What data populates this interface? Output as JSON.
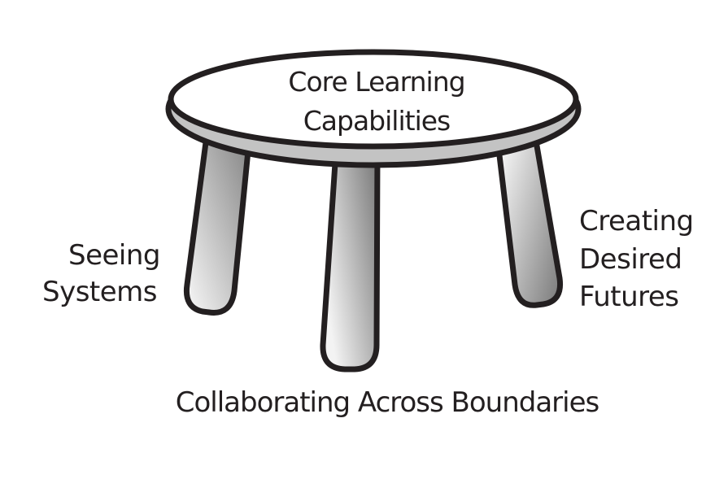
{
  "figure": {
    "seat": {
      "title_line1": "Core Learning",
      "title_line2": "Capabilities"
    },
    "left_leg_label": {
      "line1": "Seeing",
      "line2": "Systems"
    },
    "right_leg_label": {
      "line1": "Creating",
      "line2": "Desired",
      "line3": "Futures"
    },
    "base_label": "Collaborating Across Boundaries"
  },
  "colors": {
    "outline": "#231f20",
    "text": "#231f20",
    "seat_top": "#ffffff",
    "seat_rim": "#c3c3c3",
    "leg_light": "#f3f3f3",
    "leg_dark": "#828282",
    "background": "#ffffff"
  }
}
